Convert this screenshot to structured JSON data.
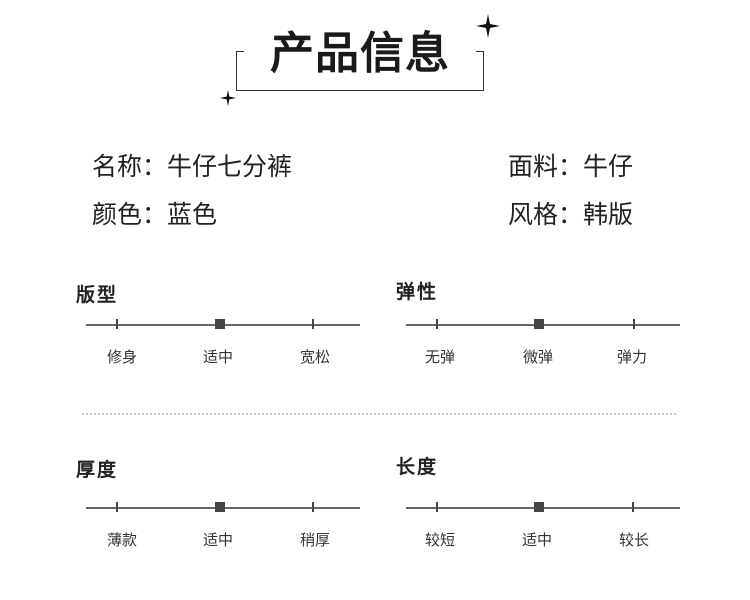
{
  "title": "产品信息",
  "specs": {
    "name": {
      "label": "名称",
      "value": "牛仔七分裤"
    },
    "fabric": {
      "label": "面料",
      "value": "牛仔"
    },
    "color": {
      "label": "颜色",
      "value": "蓝色"
    },
    "style": {
      "label": "风格",
      "value": "韩版"
    }
  },
  "scales": [
    {
      "title": "版型",
      "options": [
        "修身",
        "适中",
        "宽松"
      ],
      "selected": "适中"
    },
    {
      "title": "弹性",
      "options": [
        "无弹",
        "微弹",
        "弹力"
      ],
      "selected": "微弹"
    },
    {
      "title": "厚度",
      "options": [
        "薄款",
        "适中",
        "稍厚"
      ],
      "selected": "适中"
    },
    {
      "title": "长度",
      "options": [
        "较短",
        "适中",
        "较长"
      ],
      "selected": "适中"
    }
  ]
}
